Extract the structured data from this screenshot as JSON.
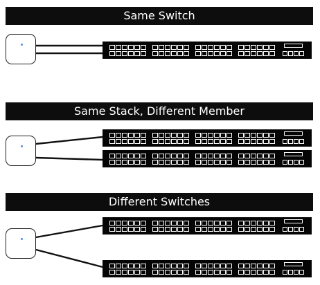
{
  "sections": [
    {
      "title": "Same Switch"
    },
    {
      "title": "Same Stack, Different Member"
    },
    {
      "title": "Different Switches"
    }
  ],
  "colors": {
    "banner_bg": "#0d0d0d",
    "banner_text": "#ffffff",
    "switch_body": "#050505",
    "port_stroke": "#ffffff",
    "cable": "#111111",
    "ap_led": "#4a90e2"
  },
  "icons": {
    "access_point": "access-point-icon",
    "switch": "network-switch-icon"
  }
}
